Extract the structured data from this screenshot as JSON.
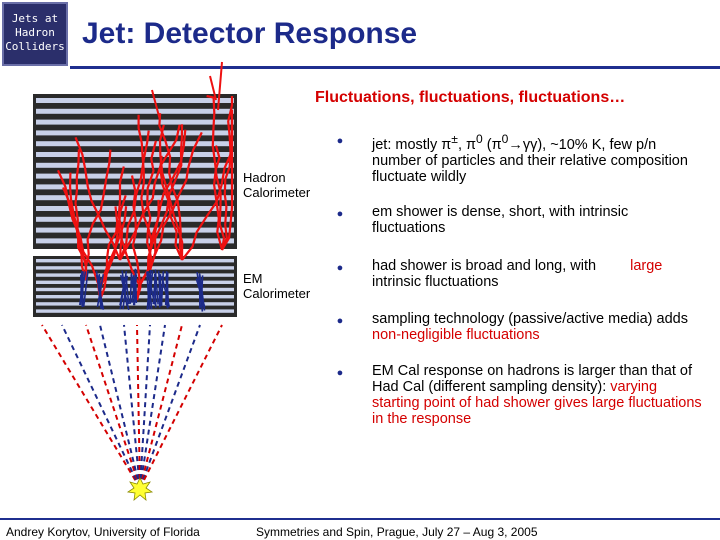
{
  "header": {
    "badge_lines": [
      "Jets at",
      "Hadron",
      "Colliders"
    ],
    "title": "Jet: Detector Response"
  },
  "subtitle": "Fluctuations, fluctuations, fluctuations…",
  "figure": {
    "hadron_label_line1": "Hadron",
    "hadron_label_line2": "Calorimeter",
    "em_label_line1": "EM",
    "em_label_line2": "Calorimeter"
  },
  "bullets": [
    {
      "html": "jet: mostly &pi;<sup>&plusmn;</sup>, &pi;<sup>0</sup> (&pi;<sup>0</sup>&rarr;&gamma;&gamma;), ~10% K, few p/n",
      "sub": "number of particles and their relative composition fluctuate wildly"
    },
    {
      "text": "em shower is dense, short, with intrinsic fluctuations"
    },
    {
      "text_a": "had shower is broad and long, with",
      "text_b": "large",
      "text_c": "intrinsic fluctuations"
    },
    {
      "text": "sampling technology (passive/active media) adds ",
      "red": "non-negligible fluctuations"
    },
    {
      "text": "EM Cal response on hadrons is larger than that of Had Cal (different sampling density): ",
      "red": "varying starting point of had shower gives large fluctuations in the response"
    }
  ],
  "footer": {
    "left": "Andrey Korytov, University of Florida",
    "center": "Symmetries and Spin, Prague, July 27 – Aug 3, 2005"
  },
  "colors": {
    "title": "#1c2a8a",
    "accent_red": "#d40000",
    "calorimeter_dark": "#2a2a2a",
    "layer_light": "#c8d0e8"
  }
}
